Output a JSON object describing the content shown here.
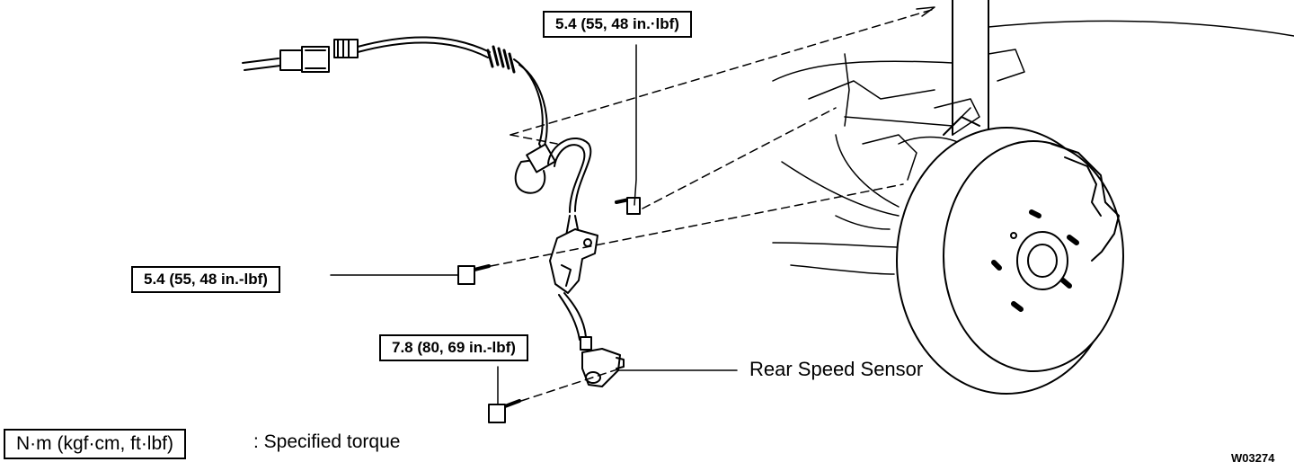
{
  "torque_specs": [
    {
      "value": "5.4 (55, 48 in.·lbf)"
    },
    {
      "value": "5.4 (55, 48 in.-lbf)"
    },
    {
      "value": "7.8 (80, 69 in.-lbf)"
    }
  ],
  "callout": {
    "label": "Rear Speed Sensor"
  },
  "legend": {
    "unit": "N·m (kgf·cm, ft·lbf)",
    "description": ": Specified torque"
  },
  "figure_id": "W03274"
}
